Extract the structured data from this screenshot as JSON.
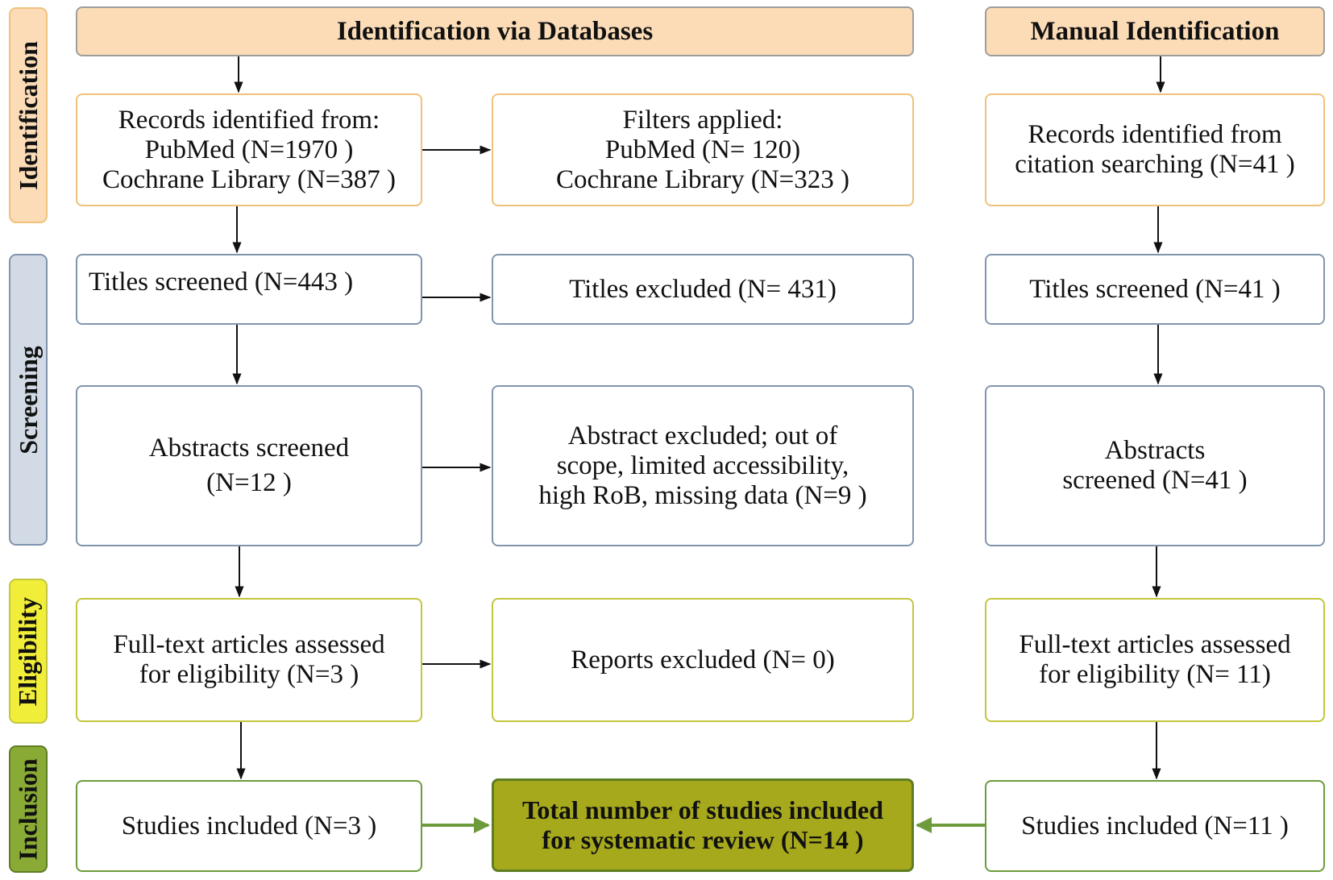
{
  "phases": {
    "identification": "Identification",
    "screening": "Screening",
    "eligibility": "Eligibility",
    "inclusion": "Inclusion"
  },
  "headers": {
    "databases": "Identification via Databases",
    "manual": "Manual Identification"
  },
  "databases": {
    "records": [
      "Records identified from:",
      "PubMed (N=1970 )",
      "Cochrane Library (N=387 )"
    ],
    "filters": [
      "Filters applied:",
      "PubMed (N= 120)",
      "Cochrane Library (N=323 )"
    ],
    "titles_screened": "Titles screened (N=443 )",
    "titles_excluded": "Titles excluded (N= 431)",
    "abstracts_screened": [
      "Abstracts screened",
      "(N=12 )"
    ],
    "abstracts_excluded": [
      "Abstract excluded; out of",
      "scope,  limited accessibility,",
      "high RoB, missing data (N=9 )"
    ],
    "fulltext": [
      "Full-text articles assessed",
      "for eligibility (N=3 )"
    ],
    "reports_excluded": "Reports excluded (N= 0)",
    "included": "Studies included (N=3 )"
  },
  "manual": {
    "records": [
      "Records identified from",
      "citation searching (N=41 )"
    ],
    "titles_screened": "Titles screened (N=41 )",
    "abstracts_screened": [
      "Abstracts",
      "screened (N=41 )"
    ],
    "fulltext": [
      "Full-text articles assessed",
      "for eligibility (N= 11)"
    ],
    "included": "Studies included (N=11 )"
  },
  "total": [
    "Total number of studies included",
    "for systematic review (N=14 )"
  ],
  "colors": {
    "identification": "#fbdcb6",
    "screening": "#d2dbe5",
    "eligibility": "#f1ee3a",
    "inclusion": "#8aaa36",
    "total_fill": "#a6a91c",
    "green_arrow": "#6d9b3c"
  }
}
